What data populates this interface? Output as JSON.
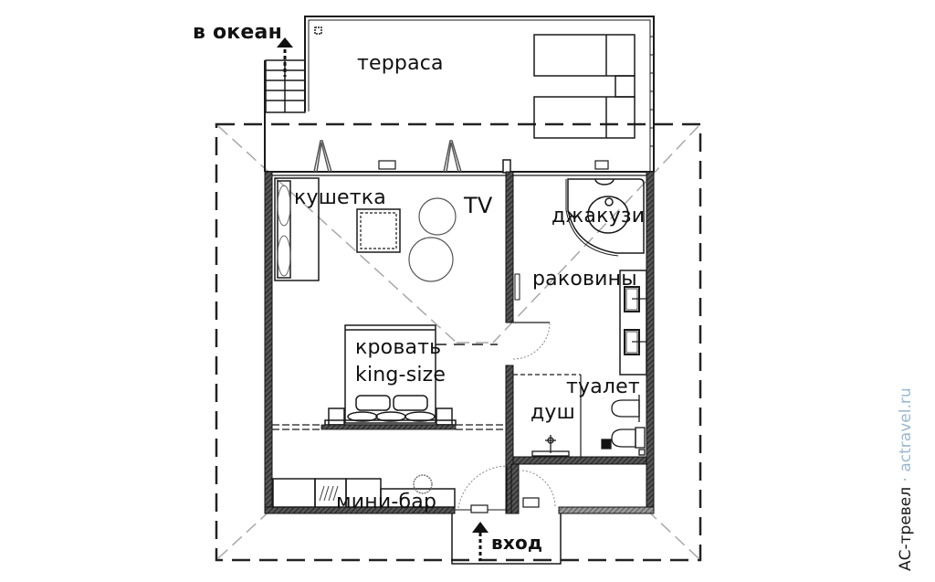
{
  "plan": {
    "labels": {
      "ocean": "в океан",
      "terrace": "терраса",
      "couch": "кушетка",
      "tv": "TV",
      "jacuzzi": "джакузи",
      "sinks": "раковины",
      "bed_line1": "кровать",
      "bed_line2": "king-size",
      "toilet": "туалет",
      "shower": "душ",
      "minibar": "мини-бар",
      "entrance": "вход"
    },
    "colors": {
      "wall": "#2a2a2a",
      "line": "#1a1a1a",
      "roof_dash": "#222222",
      "diag": "#a8a8a8",
      "watermark_site": "#9ab8d0"
    }
  },
  "watermark": {
    "brand": "АС-тревел",
    "separator": " · ",
    "site": "actravel.ru"
  }
}
